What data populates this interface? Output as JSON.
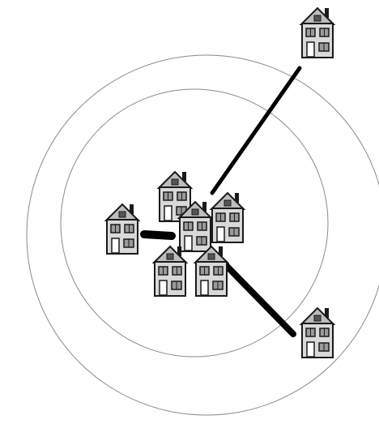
{
  "diagram": {
    "description_visible_text": "",
    "rings": [
      {
        "name": "outer-ring",
        "stroke": "#6e6e6e"
      },
      {
        "name": "inner-ring",
        "stroke": "#6e6e6e"
      }
    ],
    "houses": [
      {
        "id": "house-top-right",
        "tier": "outer"
      },
      {
        "id": "house-center-top",
        "tier": "center"
      },
      {
        "id": "house-center-left",
        "tier": "center"
      },
      {
        "id": "house-center-middle",
        "tier": "center"
      },
      {
        "id": "house-center-right",
        "tier": "center"
      },
      {
        "id": "house-center-bottom-left",
        "tier": "center"
      },
      {
        "id": "house-center-bottom-right",
        "tier": "center"
      },
      {
        "id": "house-bottom-right",
        "tier": "outer"
      }
    ],
    "links": [
      {
        "id": "link-center-to-top-right",
        "weight": "thin"
      },
      {
        "id": "link-center-to-left",
        "weight": "thick"
      },
      {
        "id": "link-center-to-bottom-right",
        "weight": "thick"
      }
    ],
    "colors": {
      "house_body": "#d9d9d9",
      "house_roof": "#bdbdbd",
      "house_outline": "#1a1a1a",
      "window": "#9a9a9a",
      "door": "#ffffff",
      "link": "#000000"
    }
  }
}
